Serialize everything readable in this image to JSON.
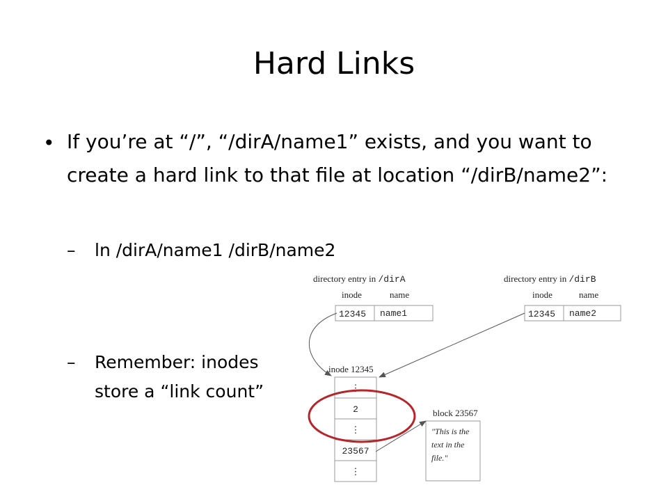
{
  "slide": {
    "title": "Hard Links",
    "bullet_main": "If you’re at “/”, “/dirA/name1” exists, and you want to create a hard link to that file at location “/dirB/name2”:",
    "sub_bullets": [
      {
        "dash": "–",
        "text": "ln /dirA/name1  /dirB/name2"
      },
      {
        "dash": "–",
        "text": "Remember: inodes store a “link count”"
      }
    ]
  },
  "diagram": {
    "dirA": {
      "label_prefix": "directory entry in ",
      "label_path": "/dirA",
      "col_inode": "inode",
      "col_name": "name",
      "inode_value": "12345",
      "name_value": "name1"
    },
    "dirB": {
      "label_prefix": "directory entry in ",
      "label_path": "/dirB",
      "col_inode": "inode",
      "col_name": "name",
      "inode_value": "12345",
      "name_value": "name2"
    },
    "inode": {
      "label": "inode 12345",
      "cells": [
        "⋮",
        "2",
        "⋮",
        "23567",
        "⋮"
      ]
    },
    "block": {
      "label": "block 23567",
      "lines": [
        "\"This is the",
        "text in the",
        "file.\""
      ]
    },
    "colors": {
      "highlight_ellipse": "#b3262b",
      "lines": "#777777",
      "text": "#222222"
    }
  }
}
